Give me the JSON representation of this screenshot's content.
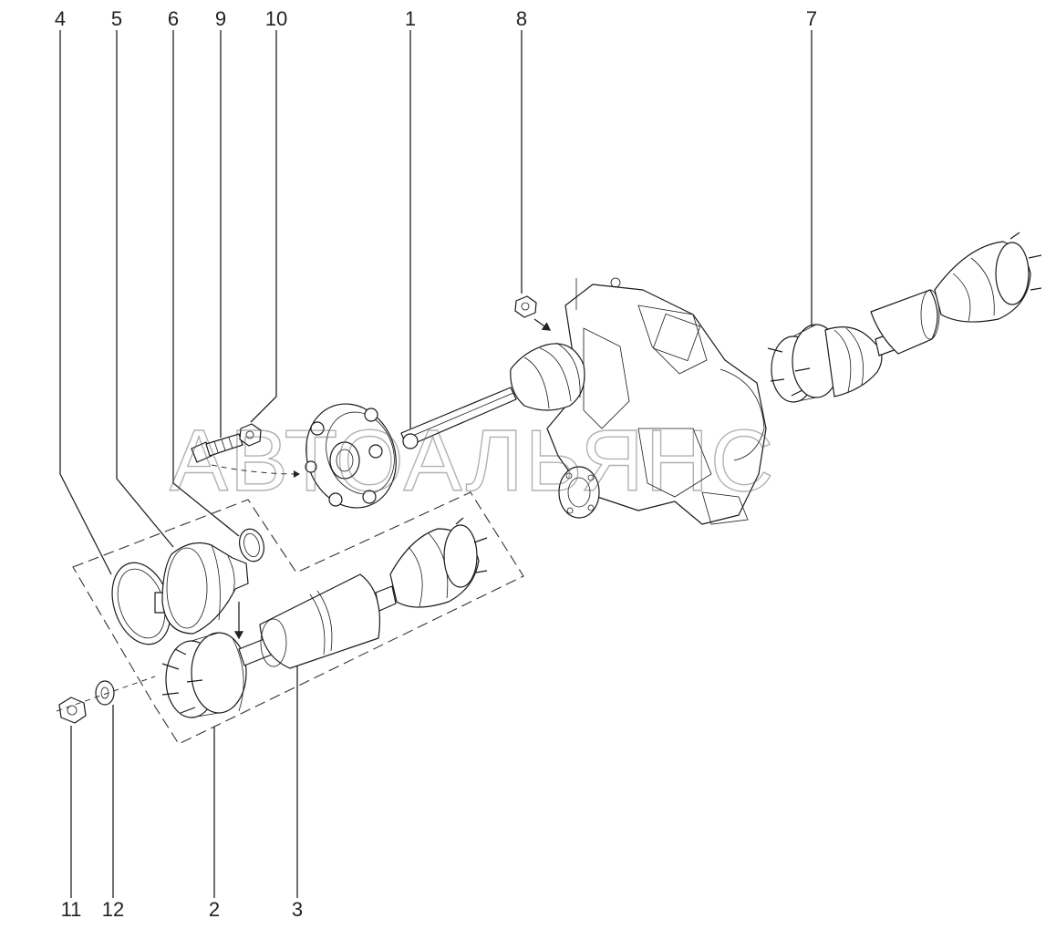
{
  "watermark": "АВТОАЛЬЯНС",
  "callouts": {
    "c1": "1",
    "c2": "2",
    "c3": "3",
    "c4": "4",
    "c5": "5",
    "c6": "6",
    "c7": "7",
    "c8": "8",
    "c9": "9",
    "c10": "10",
    "c11": "11",
    "c12": "12"
  }
}
